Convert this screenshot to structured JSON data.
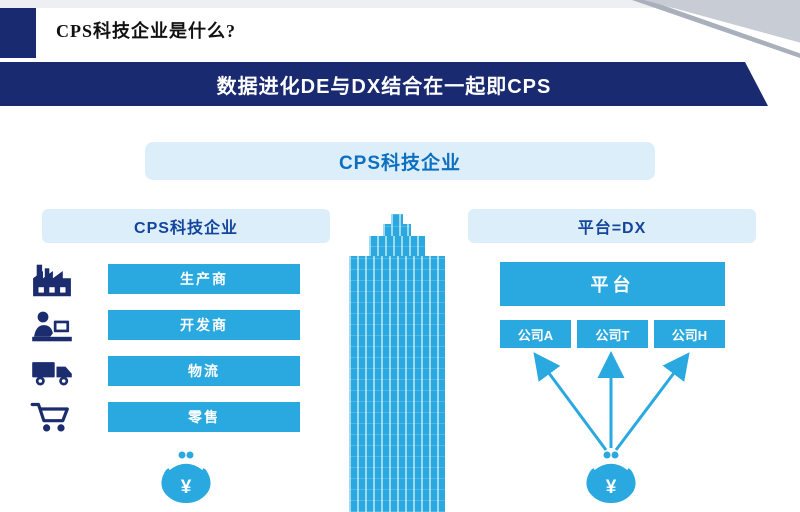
{
  "header": {
    "title": "CPS科技企业是什么?",
    "banner": "数据进化DE与DX结合在一起即CPS"
  },
  "main": {
    "pill_label": "CPS科技企业"
  },
  "left_panel": {
    "header": "CPS科技企业",
    "steps": [
      {
        "label": "生产商",
        "icon": "factory-icon"
      },
      {
        "label": "开发商",
        "icon": "developer-icon"
      },
      {
        "label": "物流",
        "icon": "truck-icon"
      },
      {
        "label": "零售",
        "icon": "cart-icon"
      }
    ],
    "purse_symbol": "¥"
  },
  "center": {
    "illustration": "skyscraper"
  },
  "right_panel": {
    "header": "平台=DX",
    "platform_label": "平台",
    "companies": [
      "公司A",
      "公司T",
      "公司H"
    ],
    "purse_symbol": "¥"
  },
  "colors": {
    "navy": "#1a2a70",
    "bright_blue": "#29a9e0",
    "light_blue": "#dceefa",
    "ribbon_gray": "#c7ccd5"
  }
}
